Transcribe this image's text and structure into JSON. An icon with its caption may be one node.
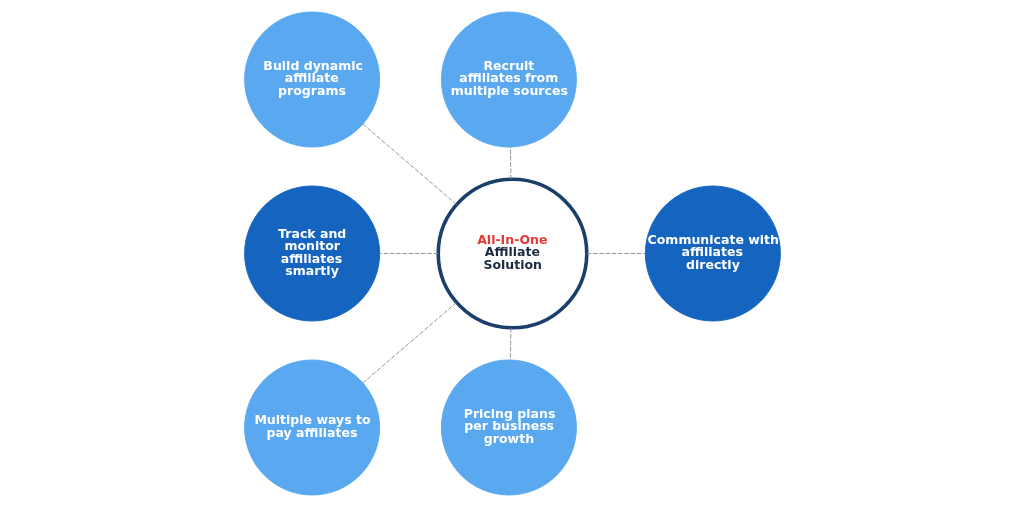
{
  "diagram": {
    "nodes": [
      {
        "text": [
          "All-In-One",
          "Affiliate Solution"
        ]
      },
      {
        "text": [
          "Build dynamic affiliate programs"
        ]
      },
      {
        "text": [
          "Recruit affiliates from multiple sources"
        ]
      },
      {
        "text": [
          "Communicate with affiliates directly"
        ]
      },
      {
        "text": [
          "Track and monitor affiliates smartly"
        ]
      },
      {
        "text": [
          "Multiple ways to pay affiliates"
        ]
      },
      {
        "text": [
          "Pricing plans per business growth"
        ]
      }
    ],
    "edges": [
      {
        "from": 0,
        "to": 1,
        "arrow": "none",
        "style": "dashed"
      },
      {
        "from": 0,
        "to": 2,
        "arrow": "none",
        "style": "dashed"
      },
      {
        "from": 0,
        "to": 3,
        "arrow": "none",
        "style": "dashed"
      },
      {
        "from": 0,
        "to": 4,
        "arrow": "none",
        "style": "dashed"
      },
      {
        "from": 0,
        "to": 5,
        "arrow": "none",
        "style": "dashed"
      },
      {
        "from": 0,
        "to": 6,
        "arrow": "none",
        "style": "dashed"
      }
    ]
  }
}
